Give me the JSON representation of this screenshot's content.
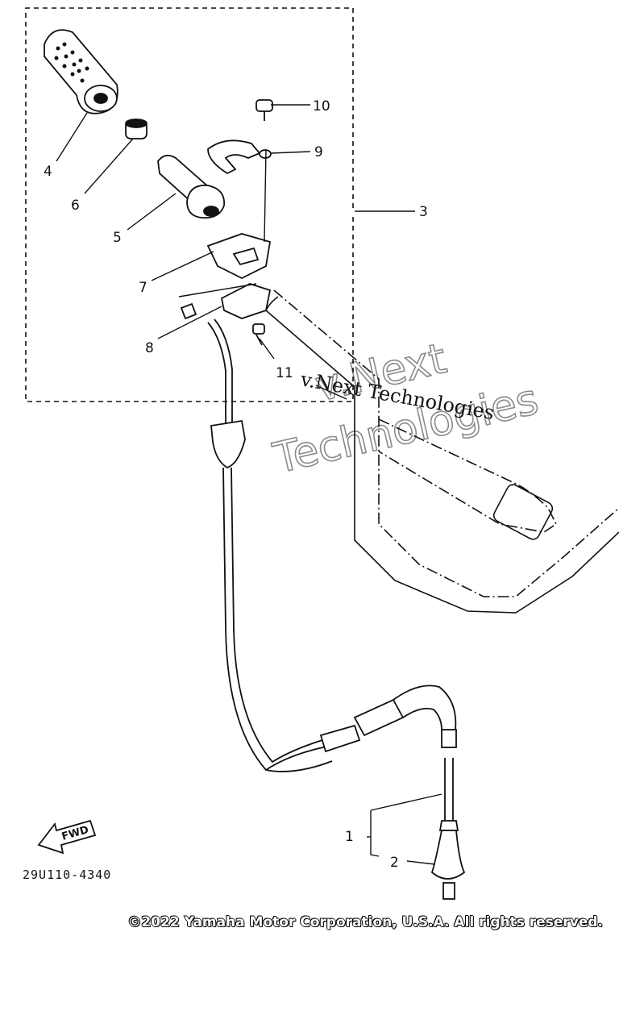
{
  "callouts": [
    "1",
    "2",
    "3",
    "4",
    "5",
    "6",
    "7",
    "8",
    "9",
    "10",
    "11"
  ],
  "diagram_ref": "29U110-4340",
  "fwd_label": "FWD",
  "watermark": {
    "small": "v.Next Technologies",
    "large_line1": "v.Next",
    "large_line2": "Technologies"
  },
  "copyright": "©2022 Yamaha Motor Corporation, U.S.A. All rights reserved."
}
